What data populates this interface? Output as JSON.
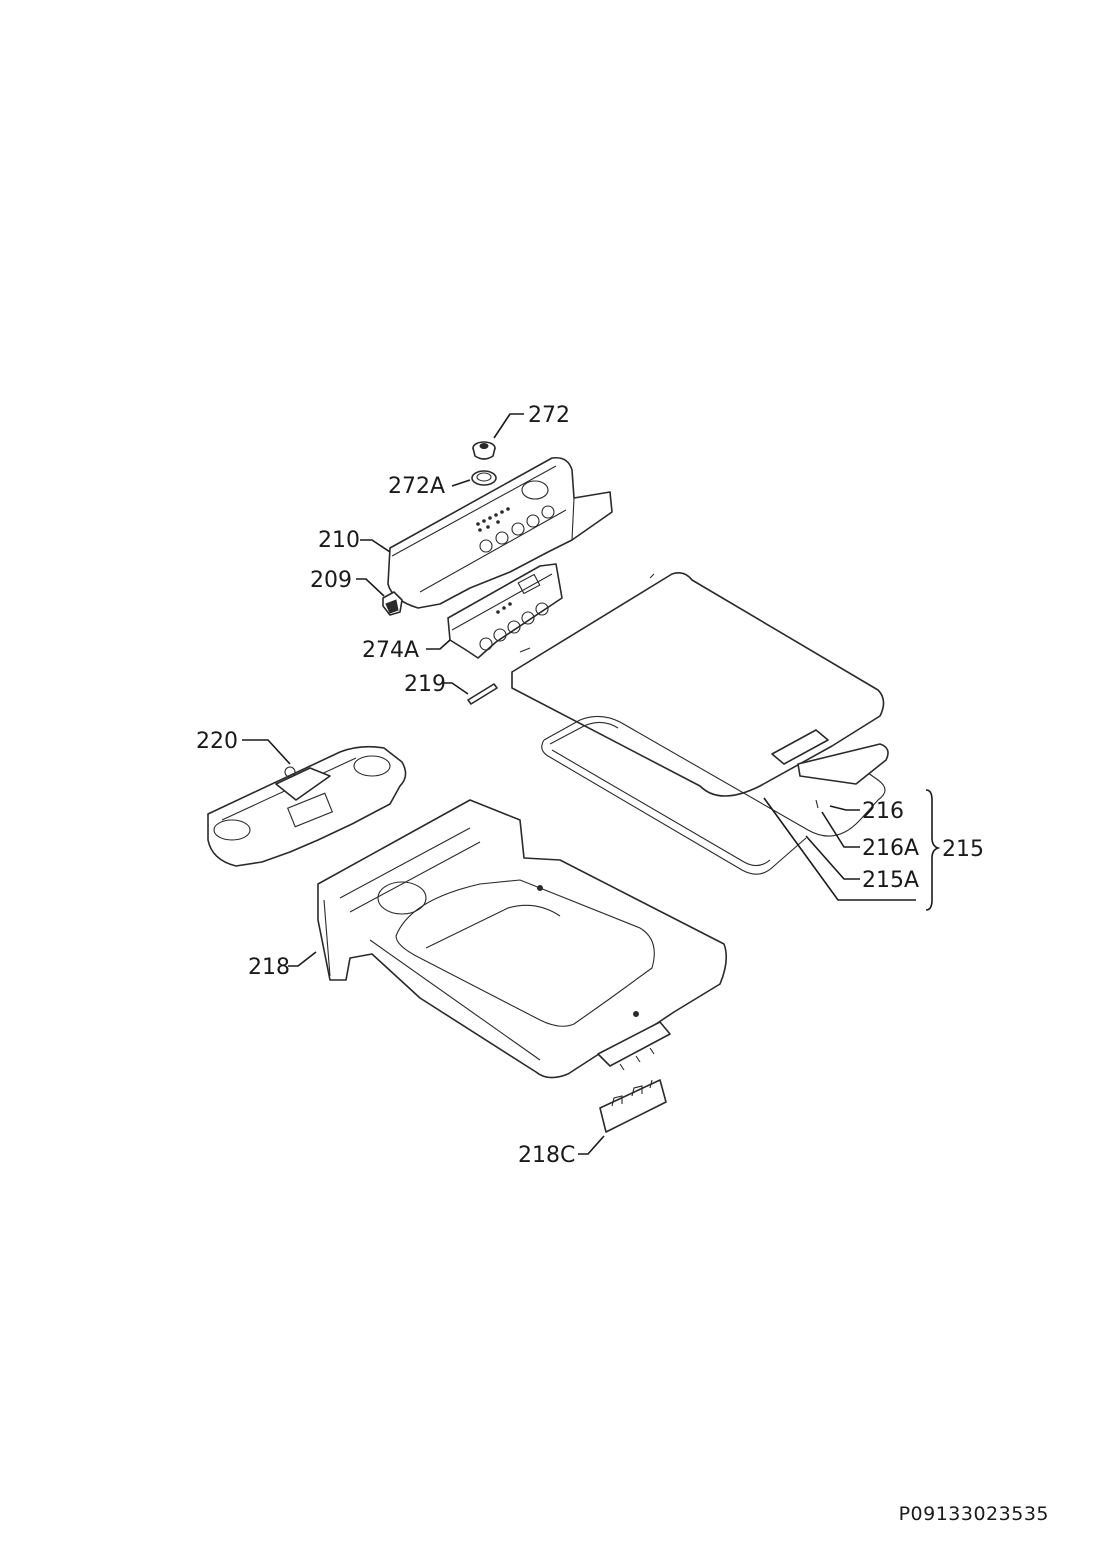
{
  "labels": {
    "p272": "272",
    "p272a": "272A",
    "p210": "210",
    "p209": "209",
    "p274a": "274A",
    "p219": "219",
    "p220": "220",
    "p216": "216",
    "p216a": "216A",
    "p215": "215",
    "p215a": "215A",
    "p218": "218",
    "p218c": "218C"
  },
  "document_number": "P09133023535"
}
